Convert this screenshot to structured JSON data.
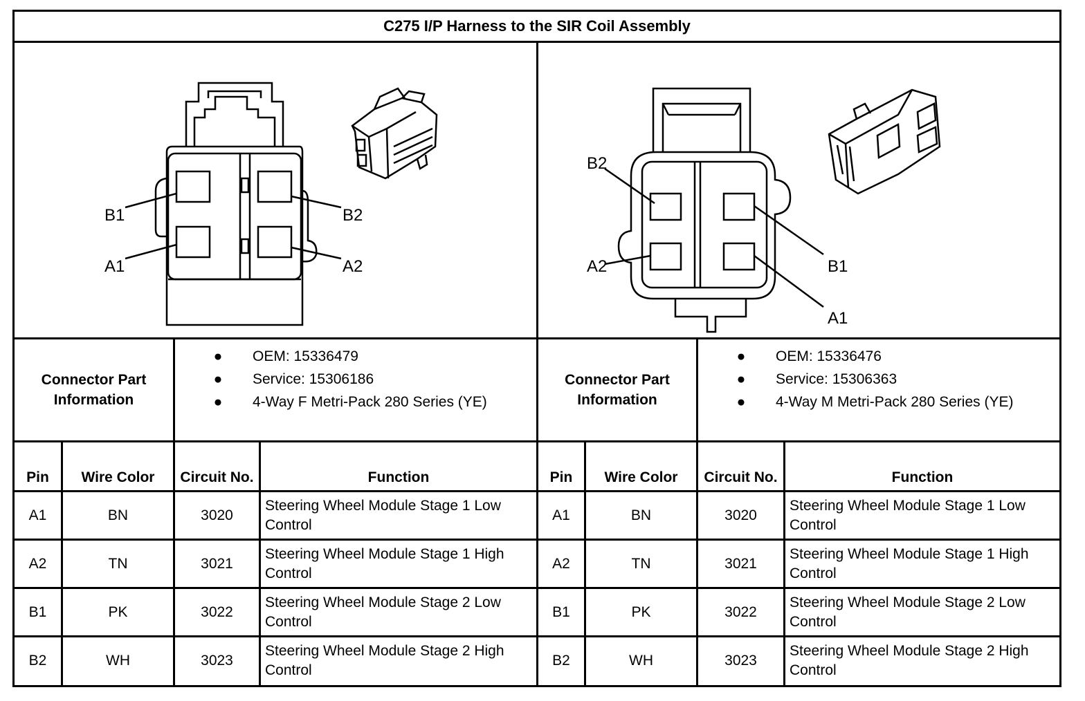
{
  "title": "C275 I/P Harness to the SIR Coil Assembly",
  "left": {
    "pin_labels": {
      "b1": "B1",
      "b2": "B2",
      "a1": "A1",
      "a2": "A2"
    },
    "info_label": "Connector Part Information",
    "info_items": [
      "OEM: 15336479",
      "Service: 15306186",
      "4-Way F Metri-Pack 280 Series (YE)"
    ],
    "headers": {
      "pin": "Pin",
      "wire": "Wire Color",
      "circuit": "Circuit No.",
      "function": "Function"
    },
    "rows": [
      {
        "pin": "A1",
        "wire": "BN",
        "circuit": "3020",
        "function": "Steering Wheel Module Stage 1 Low Control"
      },
      {
        "pin": "A2",
        "wire": "TN",
        "circuit": "3021",
        "function": "Steering Wheel Module Stage 1 High Control"
      },
      {
        "pin": "B1",
        "wire": "PK",
        "circuit": "3022",
        "function": "Steering Wheel Module Stage 2 Low Control"
      },
      {
        "pin": "B2",
        "wire": "WH",
        "circuit": "3023",
        "function": "Steering Wheel Module Stage 2 High Control"
      }
    ]
  },
  "right": {
    "pin_labels": {
      "b1": "B1",
      "b2": "B2",
      "a1": "A1",
      "a2": "A2"
    },
    "info_label": "Connector Part Information",
    "info_items": [
      "OEM: 15336476",
      "Service: 15306363",
      "4-Way M Metri-Pack 280 Series (YE)"
    ],
    "headers": {
      "pin": "Pin",
      "wire": "Wire Color",
      "circuit": "Circuit No.",
      "function": "Function"
    },
    "rows": [
      {
        "pin": "A1",
        "wire": "BN",
        "circuit": "3020",
        "function": "Steering Wheel Module Stage 1 Low Control"
      },
      {
        "pin": "A2",
        "wire": "TN",
        "circuit": "3021",
        "function": "Steering Wheel Module Stage 1 High Control"
      },
      {
        "pin": "B1",
        "wire": "PK",
        "circuit": "3022",
        "function": "Steering Wheel Module Stage 2 Low Control"
      },
      {
        "pin": "B2",
        "wire": "WH",
        "circuit": "3023",
        "function": "Steering Wheel Module Stage 2 High Control"
      }
    ]
  },
  "bullet_glyph": "●"
}
